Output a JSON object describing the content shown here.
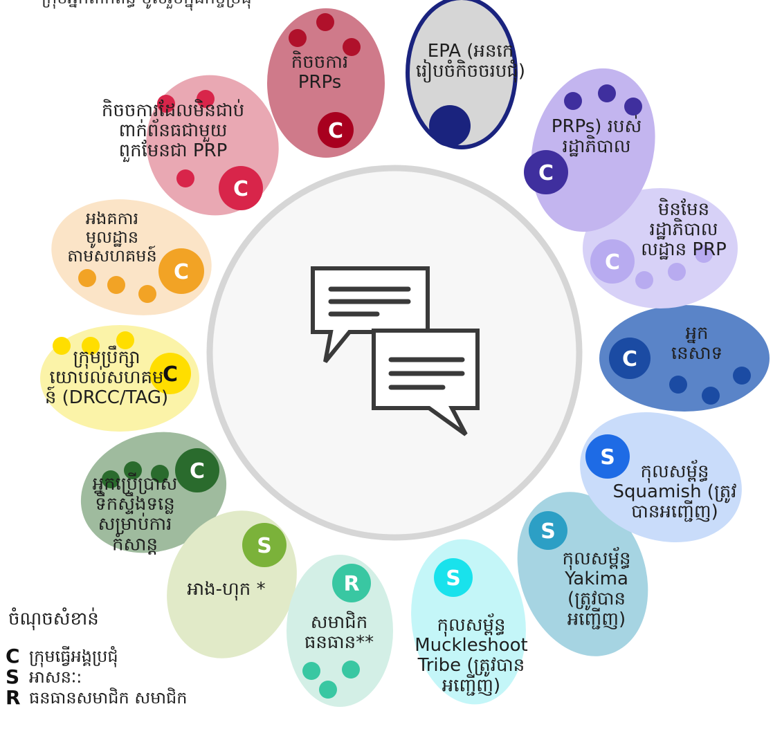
{
  "center": {
    "icon": "chat-bubbles-icon"
  },
  "groups": [
    {
      "id": "epa",
      "label": [
        "EPA (អនកេ",
        "រៀបចំកិចចរបជុំ)"
      ],
      "badge": "",
      "fill": "#d6d6d6",
      "stroke": "#1a237e",
      "dot_color": "#1a237e",
      "badge_color": "#1a237e"
    },
    {
      "id": "prp-affairs",
      "label": [
        "កិចចការ",
        "PRPs"
      ],
      "badge": "C",
      "fill": "#cf7a8a",
      "stroke": "",
      "dot_color": "#b0112b",
      "badge_color": "#a8001f"
    },
    {
      "id": "non-prp-affairs",
      "label": [
        "កិចចការដែលមិនជាប់",
        "ពាក់ព័នធជាមួយ",
        "ពួកមែនជា PRP"
      ],
      "badge": "C",
      "fill": "#e9a8b3",
      "stroke": "",
      "dot_color": "#d8254a",
      "badge_color": "#d8254a"
    },
    {
      "id": "community-orgs",
      "label": [
        "អងគការ",
        "មូលដ្ឋាន",
        "តាមសហគមន៍"
      ],
      "badge": "C",
      "fill": "#fbe4c7",
      "stroke": "",
      "dot_color": "#f2a325",
      "badge_color": "#f2a325"
    },
    {
      "id": "community-council",
      "label": [
        "ក្រុមប្រឹក្សា",
        "យោបល់សហគម",
        "ន៍ (DRCC/TAG)"
      ],
      "badge": "C",
      "fill": "#fbf3a8",
      "stroke": "",
      "dot_color": "#ffde00",
      "badge_color": "#ffde00"
    },
    {
      "id": "river-users",
      "label": [
        "អ្នកប្រើប្រាស",
        "ទឹកស្ទឹងទន្លេ",
        "សម្រាប់ការ",
        "កំសាន្ត"
      ],
      "badge": "C",
      "fill": "#9fbb9e",
      "stroke": "",
      "dot_color": "#2a6b2d",
      "badge_color": "#2a6b2d"
    },
    {
      "id": "ang-hok",
      "label": [
        "អាង-ហុក *"
      ],
      "badge": "S",
      "fill": "#e1eac8",
      "stroke": "",
      "dot_color": "#7bb23a",
      "badge_color": "#7bb23a"
    },
    {
      "id": "resource-members",
      "label": [
        "សមាជិក",
        "ធនធាន**"
      ],
      "badge": "R",
      "fill": "#d3efe6",
      "stroke": "",
      "dot_color": "#39c7a2",
      "badge_color": "#39c7a2"
    },
    {
      "id": "muckleshoot",
      "label": [
        "កុលសម្ព័ន្ធ",
        "Muckleshoot",
        "Tribe (ត្រូវបាន",
        "អញ្ជើញ)"
      ],
      "badge": "S",
      "fill": "#c4f6f8",
      "stroke": "",
      "dot_color": "#19e2ec",
      "badge_color": "#19e2ec"
    },
    {
      "id": "yakima",
      "label": [
        "កុលសម្ព័ន្ធ",
        "Yakima",
        "(ត្រូវបាន",
        "អញ្ជើញ)"
      ],
      "badge": "S",
      "fill": "#a6d4e2",
      "stroke": "",
      "dot_color": "#2c9fc5",
      "badge_color": "#2c9fc5"
    },
    {
      "id": "squamish",
      "label": [
        "កុលសម្ព័ន្ធ",
        "Squamish (ត្រូវ",
        "បានអញ្ជើញ)"
      ],
      "badge": "S",
      "fill": "#c9dcfa",
      "stroke": "",
      "dot_color": "#1e6be5",
      "badge_color": "#1e6be5"
    },
    {
      "id": "residents",
      "label": [
        "អ្នក",
        "នេសាទ"
      ],
      "badge": "C",
      "fill": "#5a84c8",
      "stroke": "",
      "dot_color": "#1b4ba3",
      "badge_color": "#1b4ba3"
    },
    {
      "id": "non-gov-prp",
      "label": [
        "មិនមែន",
        "រដ្ឋាភិបាល",
        "លដ្ឋាន PRP"
      ],
      "badge": "C",
      "fill": "#d7d1f7",
      "stroke": "",
      "dot_color": "#b8abf0",
      "badge_color": "#b8abf0"
    },
    {
      "id": "gov-prps",
      "label": [
        "PRPs) របស់",
        "រដ្ឋាភិបាល"
      ],
      "badge": "C",
      "fill": "#c3b5ef",
      "stroke": "",
      "dot_color": "#3f2f9e",
      "badge_color": "#3f2f9e"
    }
  ],
  "legend": {
    "title": "ចំណុចសំខាន់",
    "items": [
      {
        "key": "C",
        "desc": "ក្រុមធ្វើអង្គប្រជុំ"
      },
      {
        "key": "S",
        "desc": "អាសនៈ:"
      },
      {
        "key": "R",
        "desc": "ធនធានសមាជិក សមាជិក"
      }
    ]
  },
  "top_text": "ក្រុមអ្នកពាក់ព័ន្ធ ចូលរួមក្នុងកិច្ចប្រជុំ"
}
